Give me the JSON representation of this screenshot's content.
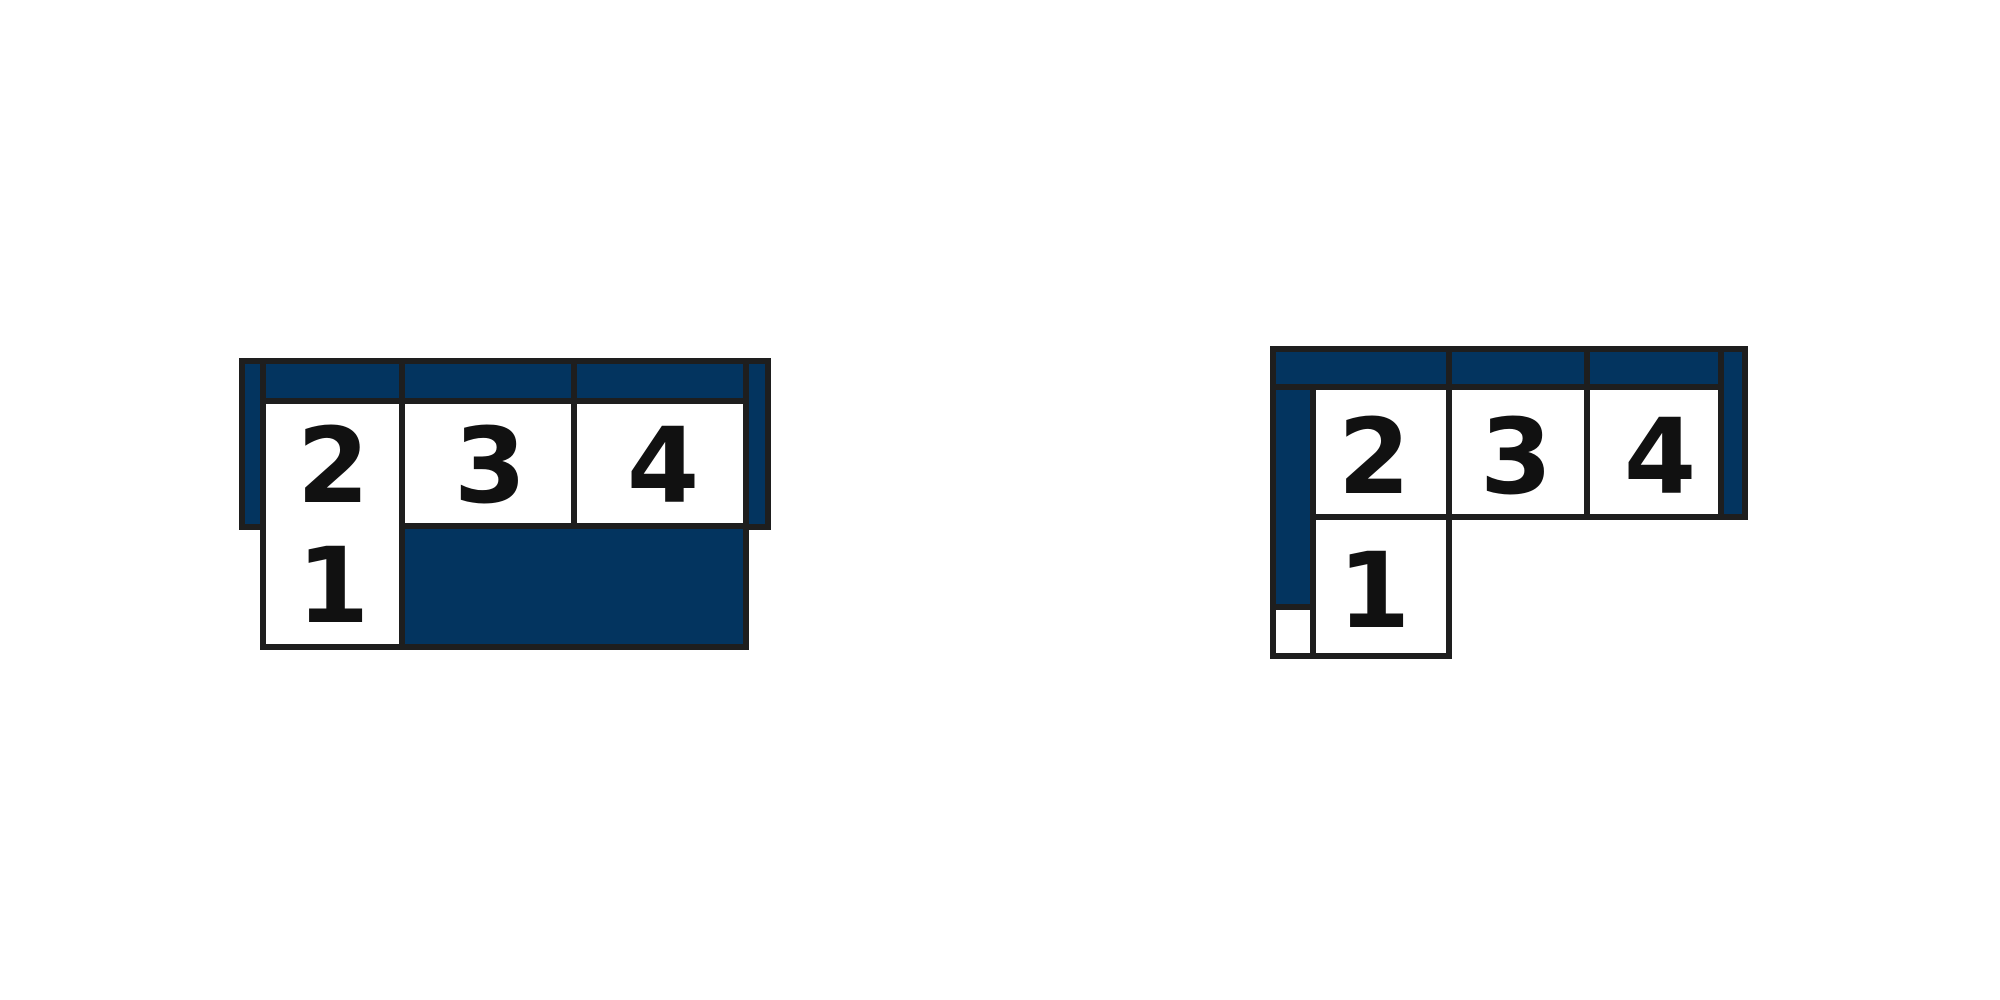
{
  "colors": {
    "fill": "#03345f",
    "seat": "#ffffff",
    "outline": "#1e1e1e",
    "text": "#111111"
  },
  "configurations": [
    {
      "name": "",
      "seats": {
        "s1": "1",
        "s2": "2",
        "s3": "3",
        "s4": "4"
      }
    },
    {
      "name": "",
      "seats": {
        "s1": "1",
        "s2": "2",
        "s3": "3",
        "s4": "4"
      }
    }
  ]
}
